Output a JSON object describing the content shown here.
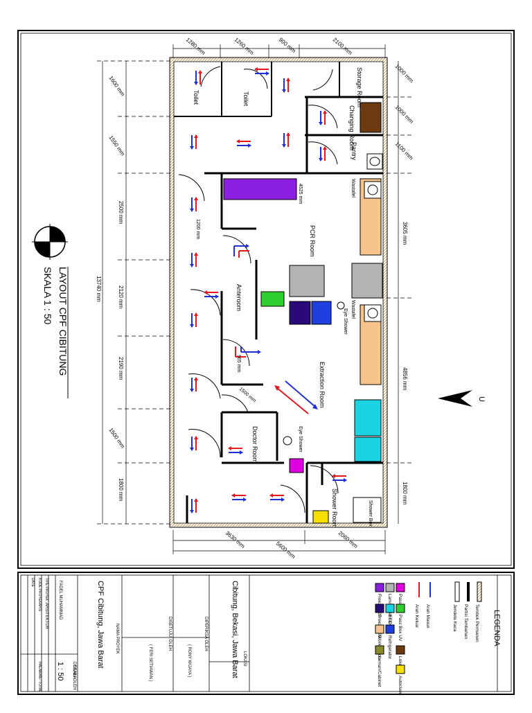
{
  "plan": {
    "title": "LAYOUT CPF CIBITUNG",
    "scale": "SKALA 1 : 50",
    "north": "U",
    "rooms": {
      "toilet1": "Toilet",
      "toilet2": "Toilet",
      "storage": "Storage Room",
      "changing": "Changing Room",
      "pantry": "Pantry",
      "pcr": "PCR Room",
      "anteroom": "Anteroom",
      "extraction": "Extraction Room",
      "doctor": "Doctor Room",
      "shower": "Shower Room",
      "shower_box": "Shower Box"
    },
    "labels": {
      "wastafel1": "Wastafel",
      "wastafel2": "Wastafel",
      "eye_shower1": "Eye Shower",
      "eye_shower2": "Eye Shower"
    },
    "dims": {
      "top": [
        "1280 mm",
        "1260 mm",
        "900 mm",
        "2100 mm"
      ],
      "bottom": [
        "3630 mm",
        "2060 mm",
        "5600 mm"
      ],
      "left": [
        "1600 mm",
        "1550 mm",
        "2500 mm",
        "2120 mm",
        "2190 mm",
        "1500 mm",
        "1800 mm"
      ],
      "total": "13740 mm",
      "right": [
        "1000 mm",
        "1000 mm",
        "1100 mm",
        "3605 mm",
        "4856 mm",
        "1800 mm"
      ],
      "inner": [
        "4525 mm",
        "1200 mm",
        "965 mm",
        "1500 mm"
      ]
    }
  },
  "legend": {
    "title": "LEGENDA",
    "items": [
      {
        "label": "Tembok Permanen",
        "swatch": "wall-permanent"
      },
      {
        "label": "Partisi Tambahan",
        "swatch": "partition"
      },
      {
        "label": "Jendela Kaca",
        "swatch": "window"
      },
      {
        "label": "Arah Masuk",
        "swatch": "arrow-blue"
      },
      {
        "label": "Arah Keluar",
        "swatch": "arrow-red"
      },
      {
        "label": "Pass Box",
        "swatch": "#e000e0"
      },
      {
        "label": "Pass Box UV",
        "swatch": "#2fcf2f"
      },
      {
        "label": "Laminar Air Flow",
        "swatch": "#b4b4b4"
      },
      {
        "label": "BSC II",
        "swatch": "#19d3e3"
      },
      {
        "label": "Refrigerator",
        "swatch": "#1f3fdf"
      },
      {
        "label": "Freezer -20",
        "swatch": "#8a1fdf"
      },
      {
        "label": "Freezer -80",
        "swatch": "#2a0a7a"
      },
      {
        "label": "Workstation",
        "swatch": "#f7c48c"
      },
      {
        "label": "Lemari/Cabinet",
        "swatch": "#8a8a2a"
      },
      {
        "label": "Loker",
        "swatch": "#6b3a0f"
      },
      {
        "label": "Autoclave",
        "swatch": "#f5e000"
      }
    ]
  },
  "titleblock": {
    "lokasi_label": "LOKASI",
    "lokasi_value": "Cibitung, Bekasi, Jawa Barat",
    "diperiksa_label": "DIPERIKSA OLEH",
    "diperiksa_value": "( RONY WIJAYA )",
    "disetujui_label": "DISETUJUI OLEH",
    "disetujui_value": "( FERI SETIAWAN )",
    "proyek_label": "NAMA PROYEK",
    "proyek_value": "CPF Cibitung, Jawa Barat",
    "desain_label": "DESAIN OLEH",
    "desain_value": "FADEL MUHAMMAD",
    "tipe_label": "TIPE PROYEK :",
    "tipe_value": "ARSITEKTUR",
    "kode_label": "KODE PROYEK :",
    "kode_value": "ARS",
    "date_label": "DATE",
    "skala_label": "SKALA",
    "skala_value": "1 : 50",
    "halaman_label": "HALAMAN / TOTAL"
  },
  "colors": {
    "arrow_in": "#1f2fd8",
    "arrow_out": "#e8141e",
    "wall": "#000000",
    "workstation": "#f7c48c"
  }
}
